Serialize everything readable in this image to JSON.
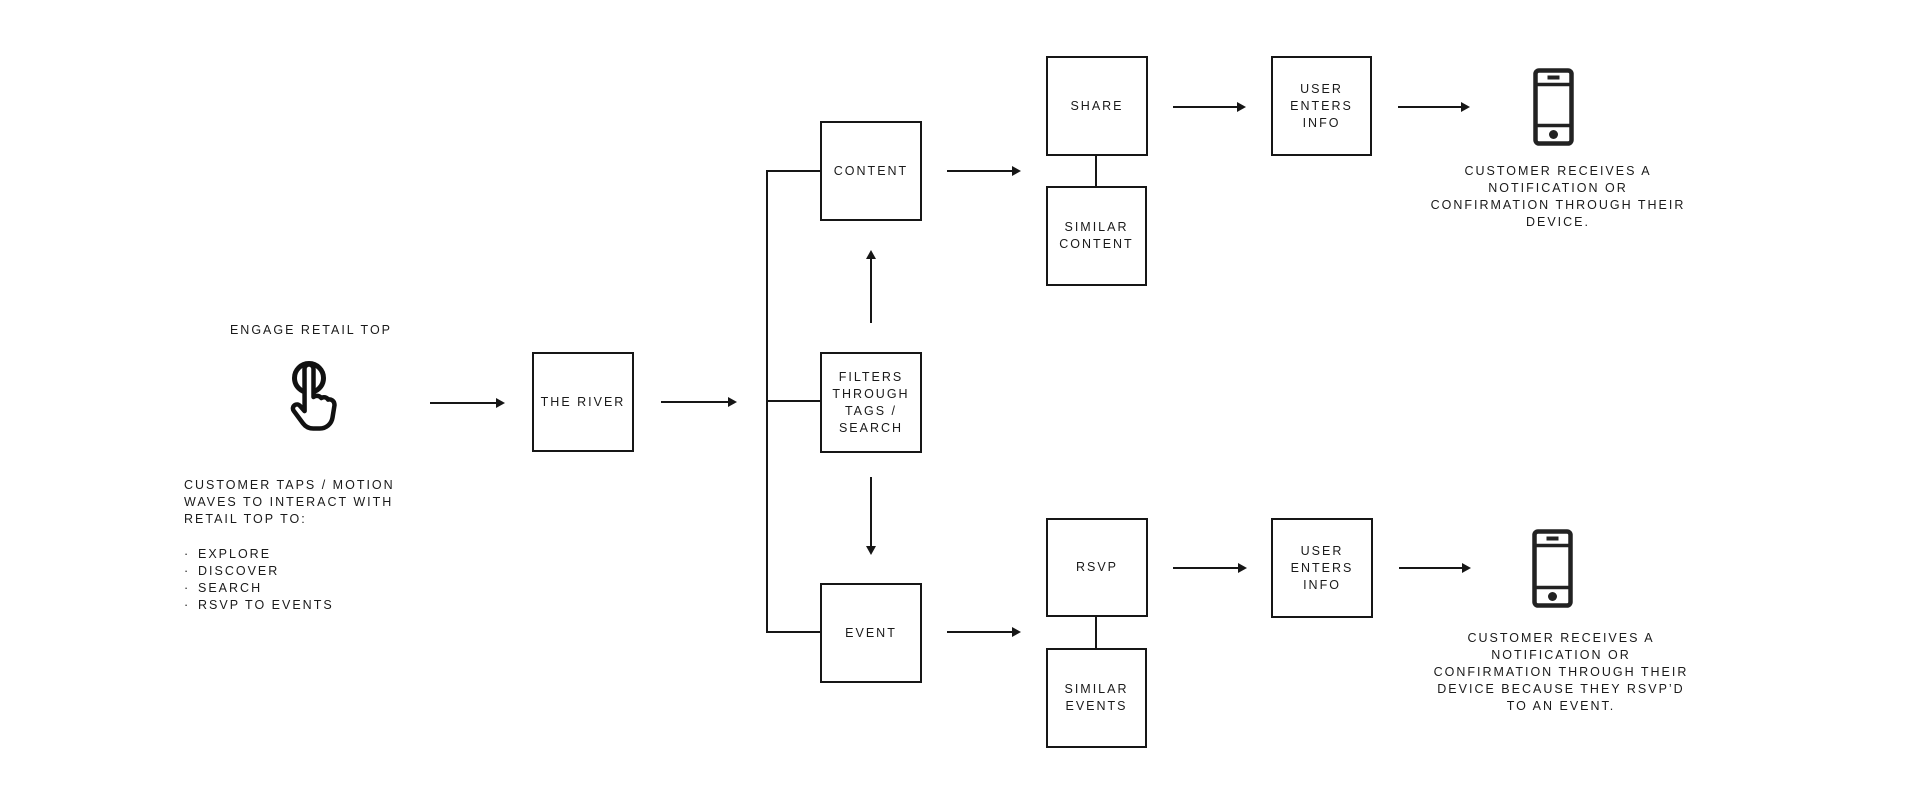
{
  "title": "ENGAGE RETAIL TOP",
  "left_note": {
    "heading": "CUSTOMER TAPS / MOTION\nWAVES TO INTERACT WITH\nRETAIL TOP TO:",
    "bullet": "·",
    "bullets": [
      "EXPLORE",
      "DISCOVER",
      "SEARCH",
      "RSVP TO EVENTS"
    ]
  },
  "nodes": {
    "the_river": {
      "label": "THE RIVER"
    },
    "content": {
      "label": "CONTENT"
    },
    "filters": {
      "label": "FILTERS\nTHROUGH\nTAGS /\nSEARCH"
    },
    "event": {
      "label": "EVENT"
    },
    "share": {
      "label": "SHARE"
    },
    "similar_content": {
      "label": "SIMILAR\nCONTENT"
    },
    "user_enters_info_top": {
      "label": "USER\nENTERS\nINFO"
    },
    "rsvp": {
      "label": "RSVP"
    },
    "similar_events": {
      "label": "SIMILAR\nEVENTS"
    },
    "user_enters_info_bottom": {
      "label": "USER\nENTERS\nINFO"
    }
  },
  "captions": {
    "top_device": "CUSTOMER RECEIVES A\nNOTIFICATION OR\nCONFIRMATION THROUGH THEIR\nDEVICE.",
    "bottom_device": "CUSTOMER RECEIVES A\nNOTIFICATION OR\nCONFIRMATION THROUGH THEIR\nDEVICE BECAUSE THEY RSVP’D\nTO AN EVENT."
  },
  "icons": {
    "tap_gesture": "tap-gesture-icon",
    "smartphone_top": "smartphone-icon",
    "smartphone_bottom": "smartphone-icon"
  },
  "colors": {
    "ink": "#161616",
    "background": "#ffffff"
  }
}
